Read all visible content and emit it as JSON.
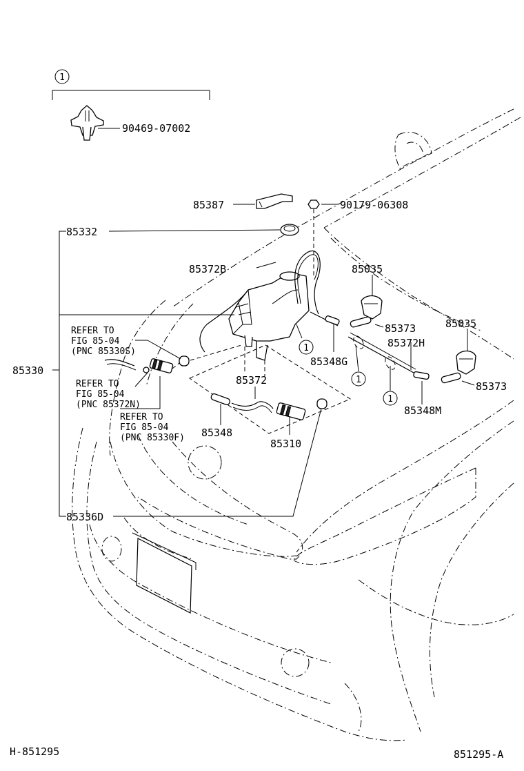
{
  "header": {
    "detail_marker": "1"
  },
  "parts": {
    "clip": "90469-07002",
    "p85387": "85387",
    "p90179": "90179-06308",
    "p85332": "85332",
    "p85372B": "85372B",
    "p85035a": "85035",
    "p85373a": "85373",
    "p85035b": "85035",
    "p85372H": "85372H",
    "p85348G": "85348G",
    "p85373b": "85373",
    "p85372": "85372",
    "p85348": "85348",
    "p85310": "85310",
    "p85348M": "85348M",
    "p85330": "85330",
    "p85336D": "85336D"
  },
  "markers": {
    "m1": "1",
    "m2": "1",
    "m3": "1"
  },
  "refs": {
    "ref1": {
      "l1": "REFER TO",
      "l2": "FIG 85-04",
      "l3": "(PNC 85330S)"
    },
    "ref2": {
      "l1": "REFER TO",
      "l2": "FIG 85-04",
      "l3": "(PNC 85372N)"
    },
    "ref3": {
      "l1": "REFER TO",
      "l2": "FIG 85-04",
      "l3": "(PNC 85330F)"
    }
  },
  "footer": {
    "left_code": "H-851295",
    "right_code": "851295-A"
  }
}
